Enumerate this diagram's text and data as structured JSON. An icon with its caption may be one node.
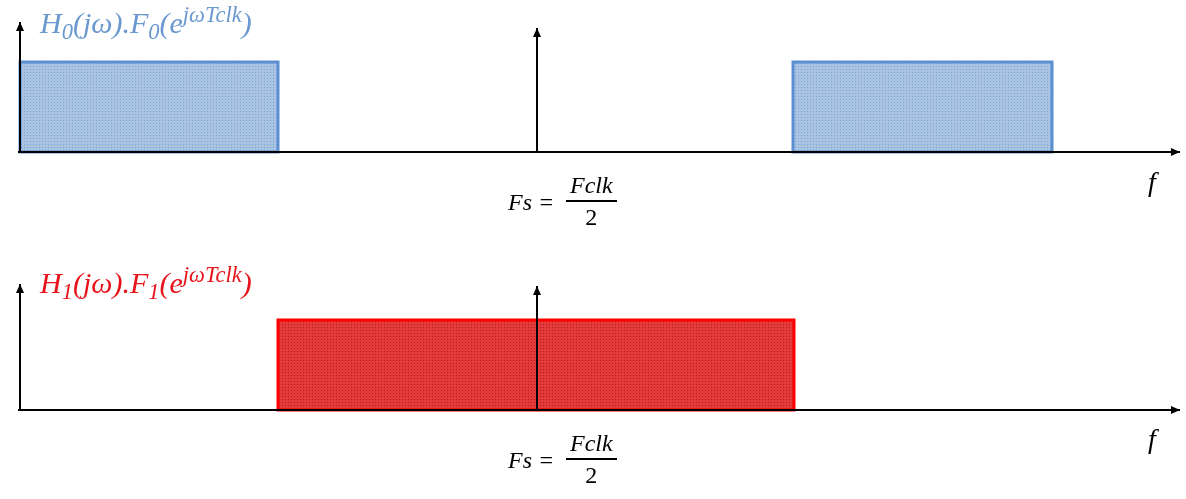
{
  "diagram": {
    "nodes": [
      {
        "text": [],
        "shape": "box"
      },
      {
        "text": [],
        "shape": "box"
      },
      {
        "text": [],
        "shape": "box"
      }
    ],
    "labels": [
      "H$_{0}$(jω).F$_{0}$(e$^{jωTclk}$)",
      "f",
      "Fs =",
      "Fclk",
      "2",
      "H$_{1}$(jω).F$_{1}$(e$^{jωTclk}$)",
      "f",
      "Fs =",
      "Fclk",
      "2"
    ]
  }
}
